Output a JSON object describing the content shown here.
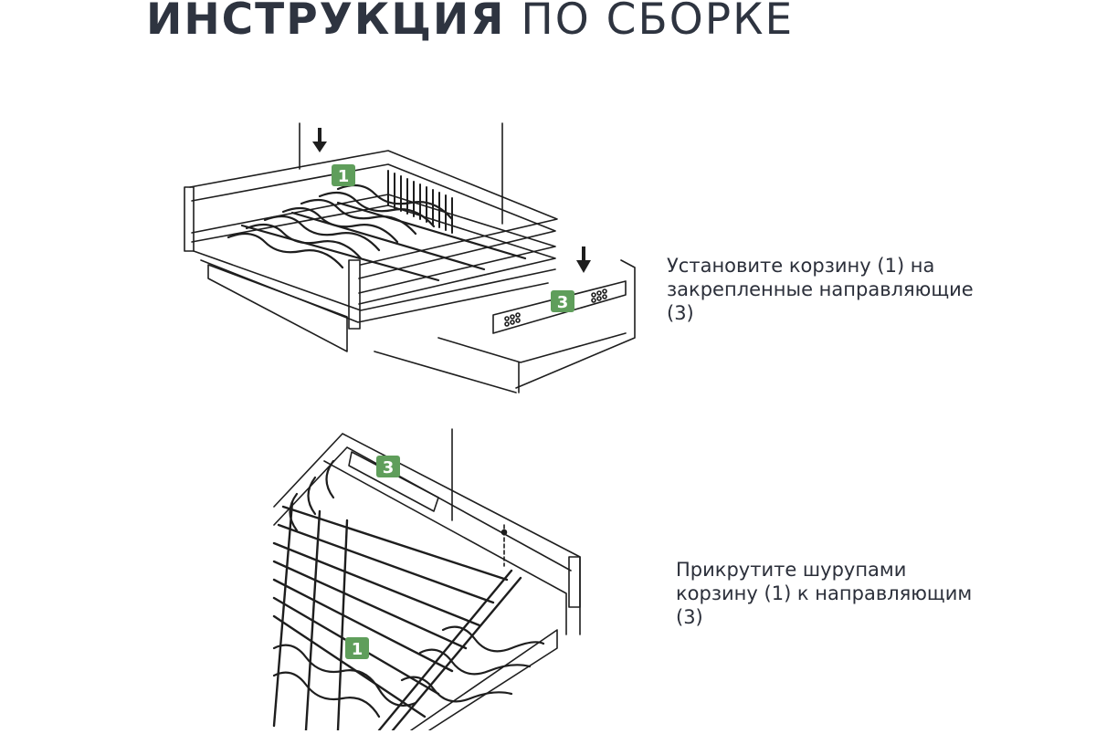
{
  "header": {
    "title_bold": "ИНСТРУКЦИЯ",
    "title_light": "ПО СБОРКЕ"
  },
  "steps": [
    {
      "caption": "Установите корзину (1) на закрепленные направляющие (3)",
      "badges": [
        "1",
        "3"
      ]
    },
    {
      "caption": "Прикрутите шурупами корзину (1) к направляющим (3)",
      "badges": [
        "3",
        "1"
      ]
    }
  ],
  "colors": {
    "badge": "#5f9e5b",
    "line": "#1e1e1e",
    "text": "#2b2f3a"
  }
}
